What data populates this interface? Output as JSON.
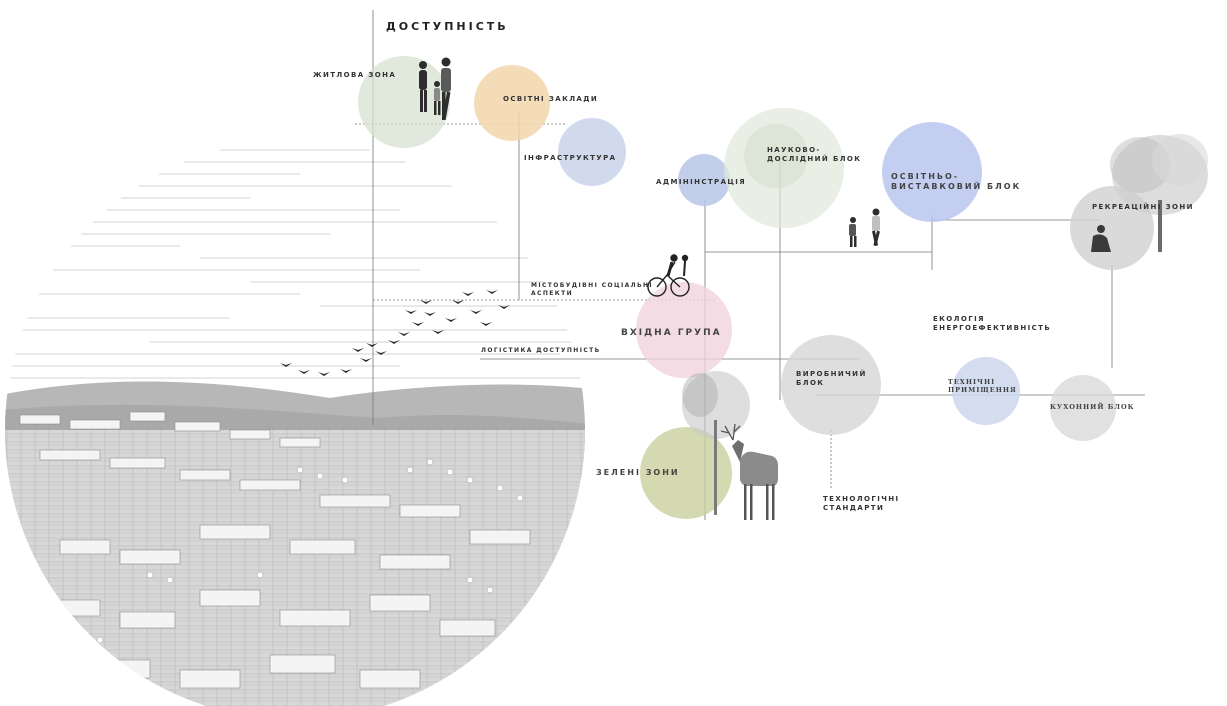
{
  "diagram": {
    "title": "ДОСТУПНІСТЬ",
    "nodes": [
      {
        "id": "zhytlova",
        "label": "ЖИТЛОВА ЗОНА",
        "color": "#d6e1cf"
      },
      {
        "id": "osvitni",
        "label": "ОСВІТНІ ЗАКЛАДИ",
        "color": "#f3d6ad"
      },
      {
        "id": "infra",
        "label": "ІНФРАСТРУКТУРА",
        "color": "#c9d4ea"
      },
      {
        "id": "admin",
        "label": "АДМІНІНСТРАЦІЯ",
        "color": "#b9c7e6"
      },
      {
        "id": "naukovo",
        "label_lines": [
          "НАУКОВО-",
          "ДОСЛІДНИЙ БЛОК"
        ],
        "color": "#dfe8d9"
      },
      {
        "id": "vystavkovyi",
        "label_lines": [
          "ОСВІТНЬО-",
          "ВИСТАВКОВИЙ БЛОК"
        ],
        "color": "#b8c5ef"
      },
      {
        "id": "rekreatsiini",
        "label": "РЕКРЕАЦІЙНІ ЗОНИ",
        "color": "#d1d1d1"
      },
      {
        "id": "mistobudivni",
        "label_lines": [
          "МІСТОБУДІВНІ СОЦІАЛЬНІ",
          "АСПЕКТИ"
        ]
      },
      {
        "id": "vkhidna",
        "label": "ВХІДНА ГРУПА",
        "color": "#f1d3de"
      },
      {
        "id": "logistyka",
        "label": "ЛОГІСТИКА ДОСТУПНІСТЬ"
      },
      {
        "id": "ekologiya",
        "label_lines": [
          "ЕКОЛОГІЯ",
          "ЕНЕРГОЕФЕКТИВНІСТЬ"
        ]
      },
      {
        "id": "vyrobnychyi",
        "label_lines": [
          "ВИРОБНИЧИЙ",
          "БЛОК"
        ],
        "color": "#d6d6d6"
      },
      {
        "id": "tekhnichni",
        "label_lines": [
          "ТЕХНІЧНІ",
          "ПРИМІЩЕННЯ"
        ],
        "color": "#ccd7ec"
      },
      {
        "id": "kukhonnyi",
        "label": "КУХОННИЙ БЛОК",
        "color": "#dadada"
      },
      {
        "id": "zeleni",
        "label": "ЗЕЛЕНІ ЗОНИ",
        "color": "#cbcf9f"
      },
      {
        "id": "tekhnolohichni",
        "label_lines": [
          "ТЕХНОЛОГІЧНІ",
          "СТАНДАРТИ"
        ]
      }
    ],
    "icons": [
      "walking-family-silhouette",
      "birds-flock",
      "cyclist-silhouette",
      "walking-children-silhouette",
      "reading-person-silhouette",
      "deer-silhouette",
      "tree-silhouette",
      "aerial-town-panorama"
    ]
  }
}
